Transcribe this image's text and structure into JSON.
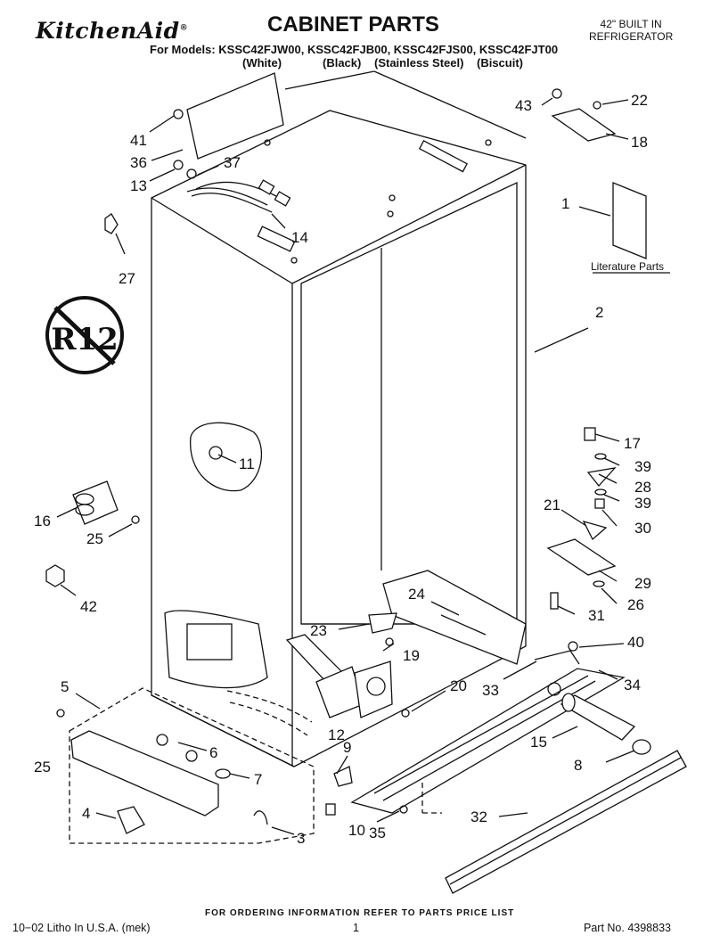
{
  "header": {
    "brand": "KitchenAid",
    "brand_mark": "®",
    "title": "CABINET PARTS",
    "subtitle_line1": "42\" BUILT IN",
    "subtitle_line2": "REFRIGERATOR",
    "models": "For Models: KSSC42FJW00, KSSC42FJB00, KSSC42FJS00, KSSC42FJT00",
    "colors": [
      "(White)",
      "(Black)",
      "(Stainless Steel)",
      "(Biscuit)"
    ]
  },
  "literature_label": "Literature Parts",
  "r12_symbol": "R12",
  "callouts": [
    "1",
    "2",
    "3",
    "4",
    "5",
    "6",
    "7",
    "8",
    "9",
    "10",
    "11",
    "12",
    "13",
    "14",
    "15",
    "16",
    "17",
    "18",
    "19",
    "20",
    "21",
    "22",
    "23",
    "24",
    "25",
    "25",
    "26",
    "27",
    "28",
    "29",
    "30",
    "31",
    "32",
    "33",
    "34",
    "35",
    "36",
    "37",
    "39",
    "39",
    "40",
    "41",
    "42",
    "43"
  ],
  "footer": {
    "ordering_note": "FOR ORDERING INFORMATION REFER TO PARTS PRICE LIST",
    "litho": "10−02 Litho In U.S.A. (mek)",
    "page": "1",
    "part_no": "Part No. 4398833"
  }
}
